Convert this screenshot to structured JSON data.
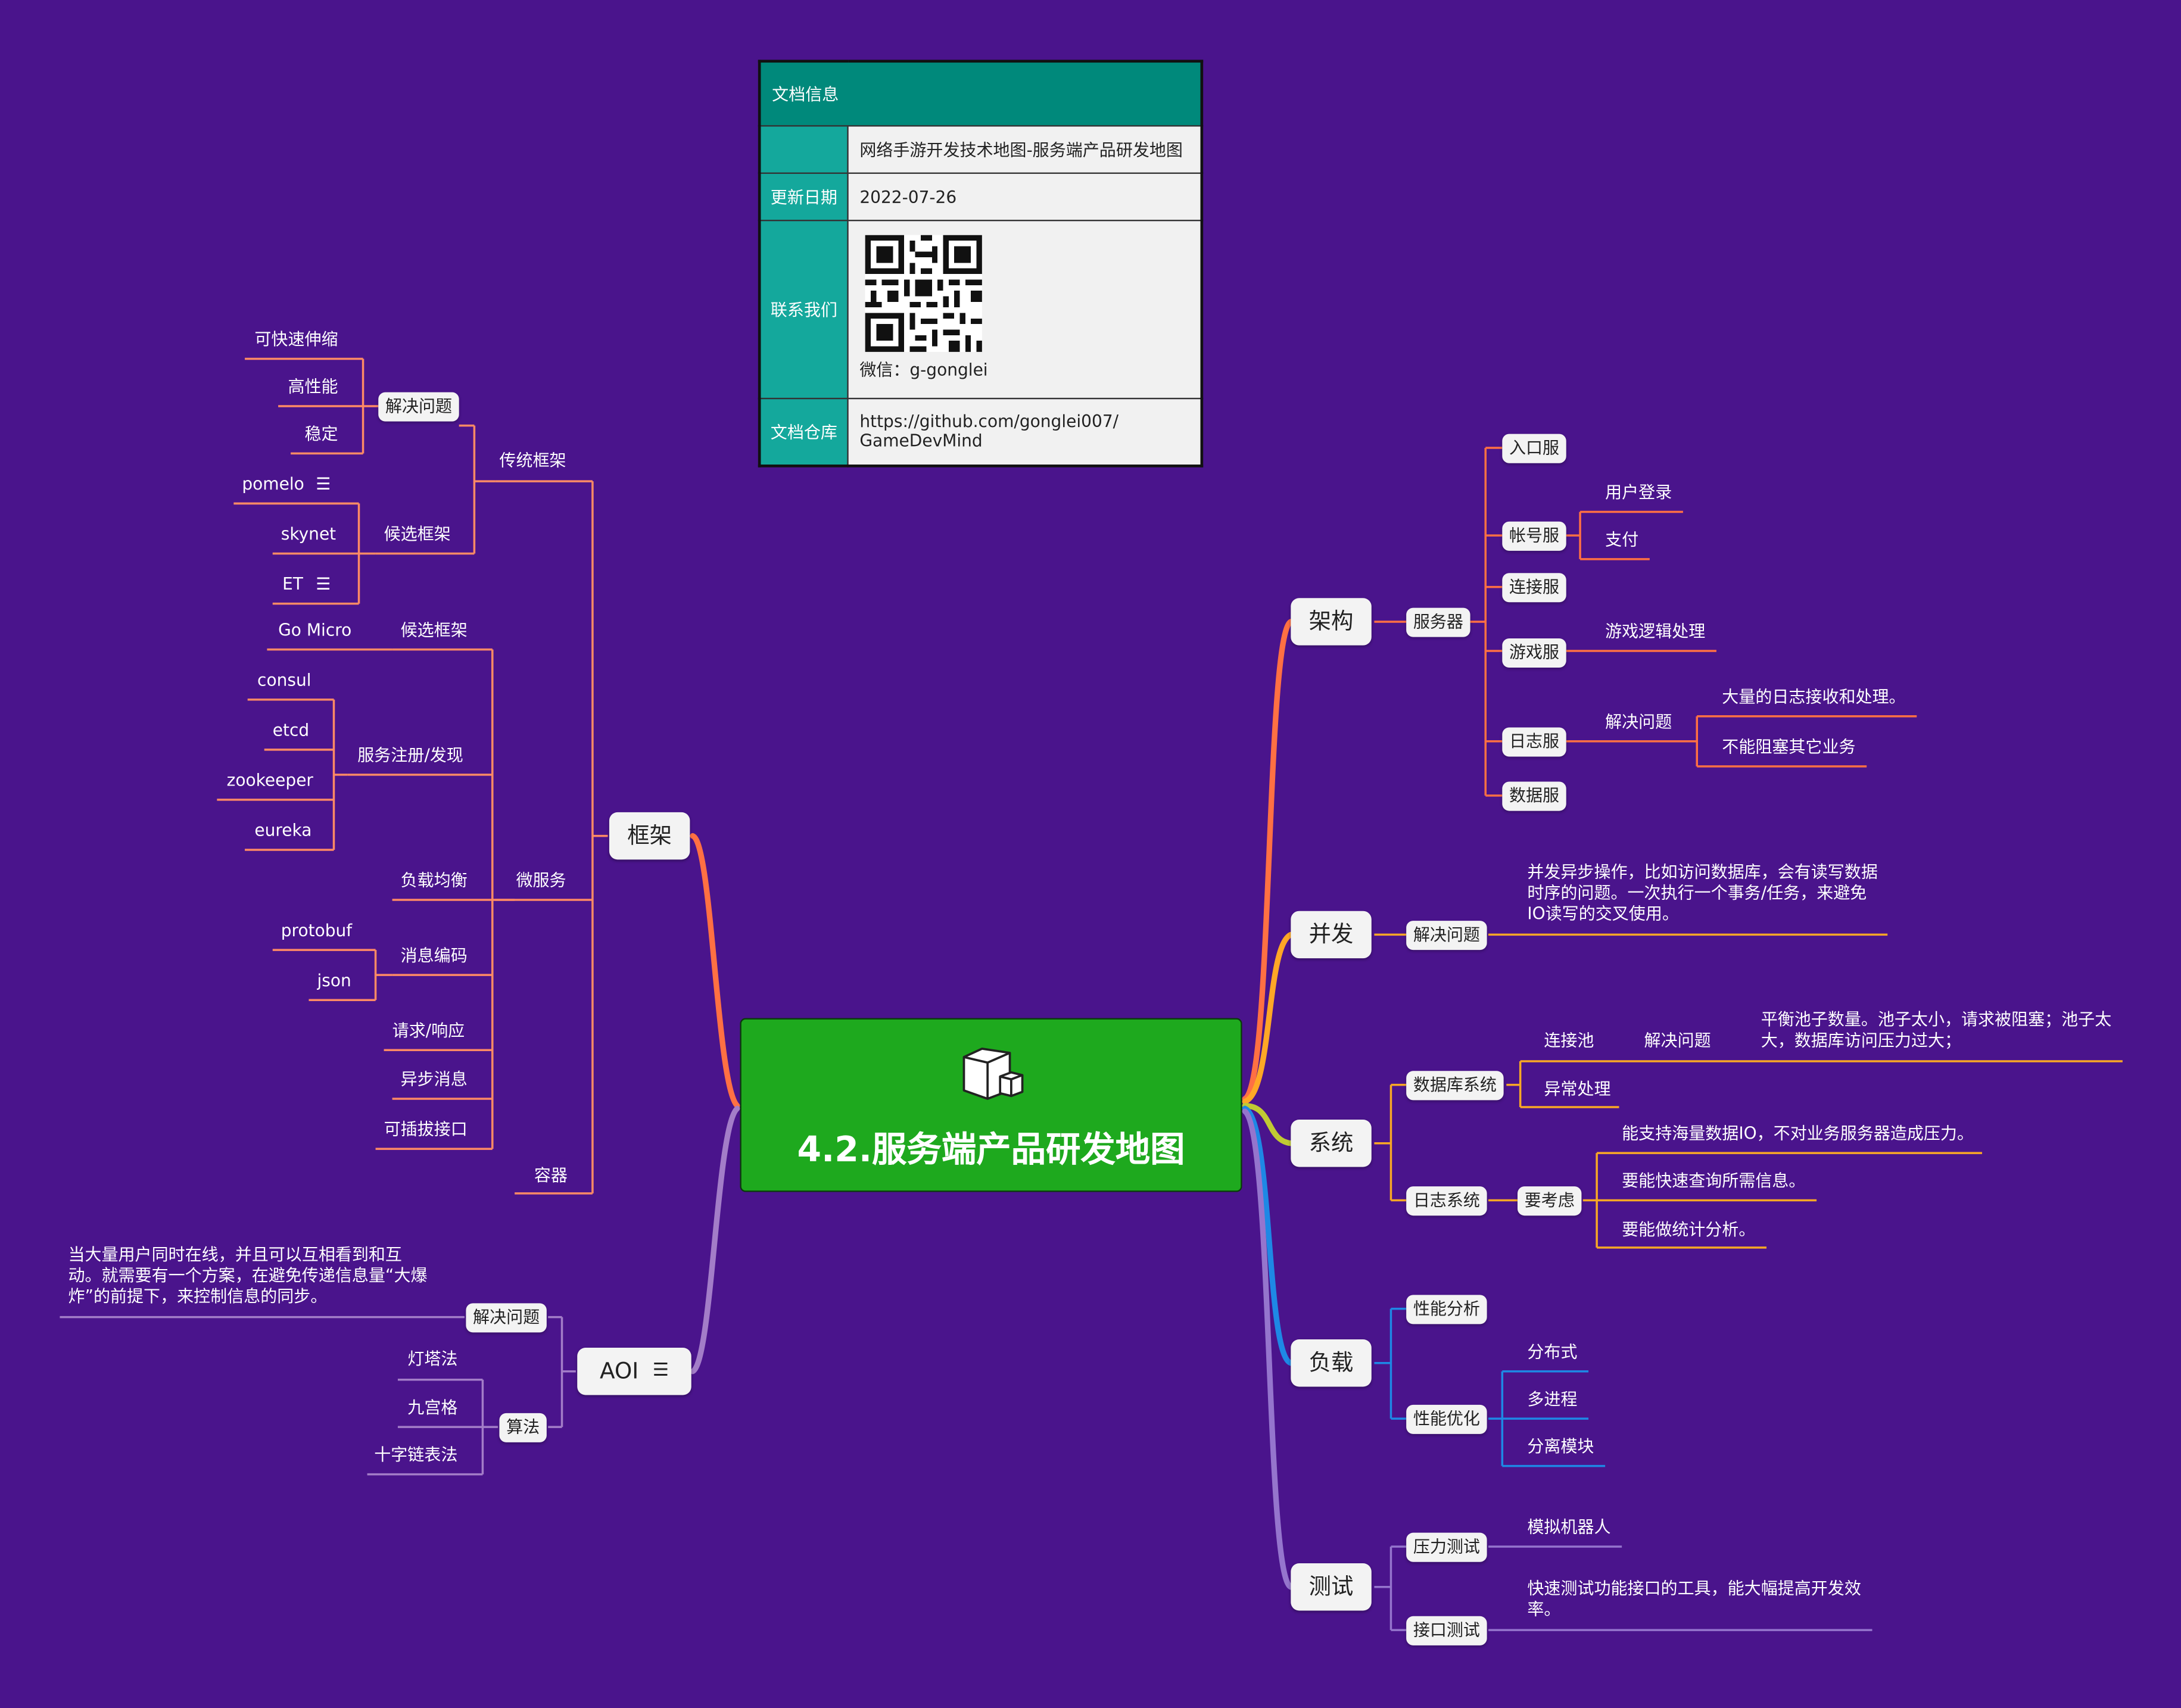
{
  "info_table": {
    "header": "文档信息",
    "doc_title": "网络手游开发技术地图-服务端产品研发地图",
    "update_key": "更新日期",
    "update_value": "2022-07-26",
    "contact_key": "联系我们",
    "wechat": "微信：g-gonglei",
    "repo_key": "文档仓库",
    "repo_line1": "https://github.com/gonglei007/",
    "repo_line2": "GameDevMind"
  },
  "root": {
    "title": "4.2.服务端产品研发地图",
    "icon": "cube-icon"
  },
  "colors": {
    "background": "#4a148c",
    "root": "#1ea91e",
    "orange": "#ff7043",
    "amber": "#ffa726",
    "gold": "#f9a825",
    "blue": "#1e88e5",
    "lavender": "#9575cd",
    "pink": "#ff8a65",
    "violet": "#a37dc8"
  },
  "right": {
    "jiagou": {
      "label": "架构",
      "server": "服务器",
      "entry": "入口服",
      "account": "帐号服",
      "login": "用户登录",
      "pay": "支付",
      "conn": "连接服",
      "game": "游戏服",
      "game_logic": "游戏逻辑处理",
      "log": "日志服",
      "log_solve": "解决问题",
      "log_p1": "大量的日志接收和处理。",
      "log_p2": "不能阻塞其它业务",
      "data": "数据服"
    },
    "bingfa": {
      "label": "并发",
      "solve": "解决问题",
      "desc": "并发异步操作，比如访问数据库，会有读写数据时序的问题。一次执行一个事务/任务，来避免IO读写的交叉使用。"
    },
    "xitong": {
      "label": "系统",
      "db": "数据库系统",
      "pool": "连接池",
      "pool_solve": "解决问题",
      "pool_desc": "平衡池子数量。池子太小，请求被阻塞；池子太大，数据库访问压力过大；",
      "exception": "异常处理",
      "logsys": "日志系统",
      "consider": "要考虑",
      "c1": "能支持海量数据IO，不对业务服务器造成压力。",
      "c2": "要能快速查询所需信息。",
      "c3": "要能做统计分析。"
    },
    "fuzai": {
      "label": "负载",
      "analysis": "性能分析",
      "optimize": "性能优化",
      "o1": "分布式",
      "o2": "多进程",
      "o3": "分离模块"
    },
    "ceshi": {
      "label": "测试",
      "stress": "压力测试",
      "robot": "模拟机器人",
      "api": "接口测试",
      "api_desc": "快速测试功能接口的工具，能大幅提高开发效率。"
    }
  },
  "left": {
    "kuangjia": {
      "label": "框架",
      "traditional": "传统框架",
      "trad_solve": "解决问题",
      "s1": "可快速伸缩",
      "s2": "高性能",
      "s3": "稳定",
      "trad_cand": "候选框架",
      "c1": "pomelo",
      "c2": "skynet",
      "c3": "ET",
      "micro": "微服务",
      "micro_cand": "候选框架",
      "gomicro": "Go Micro",
      "reg": "服务注册/发现",
      "r1": "consul",
      "r2": "etcd",
      "r3": "zookeeper",
      "r4": "eureka",
      "lb": "负载均衡",
      "codec": "消息编码",
      "pb": "protobuf",
      "json": "json",
      "reqresp": "请求/响应",
      "async": "异步消息",
      "plug": "可插拔接口",
      "container": "容器"
    },
    "aoi": {
      "label": "AOI",
      "solve": "解决问题",
      "desc": "当大量用户同时在线，并且可以互相看到和互动。就需要有一个方案，在避免传递信息量“大爆炸”的前提下，来控制信息的同步。",
      "algo": "算法",
      "a1": "灯塔法",
      "a2": "九宫格",
      "a3": "十字链表法"
    }
  }
}
